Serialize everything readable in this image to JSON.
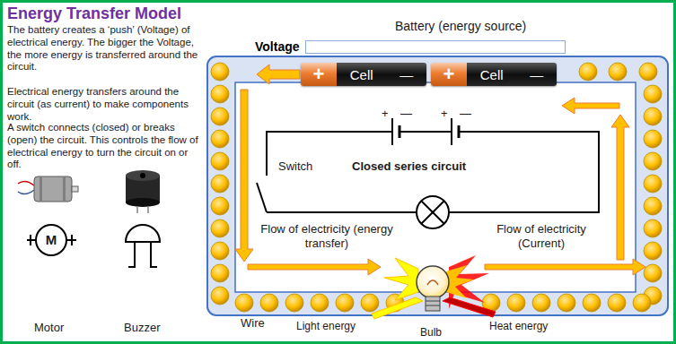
{
  "diagram": {
    "title": "Energy Transfer Model",
    "nodes": [
      {
        "text": [
          "Voltage"
        ]
      },
      {
        "text": [
          "+",
          "Cell",
          "—"
        ]
      },
      {
        "text": [
          "+",
          "Cell",
          "—"
        ]
      }
    ],
    "labels": [
      "The battery creates a ‘push’ (Voltage) of electrical energy. The bigger the Voltage, the more energy is transferred around the circuit.",
      "Electrical energy transfers around the circuit (as current) to make components work.",
      "A switch connects (closed) or breaks (open) the circuit. This controls the flow of electrical energy to turn the circuit on or off.",
      "Battery (energy source)",
      "+",
      "—",
      "+",
      "—",
      "Switch",
      "Closed series circuit",
      "Flow of electricity (energy transfer)",
      "Flow of electricity (Current)",
      "Wire",
      "Light energy",
      "Heat energy",
      "Bulb",
      "M",
      "Motor",
      "Buzzer"
    ]
  }
}
